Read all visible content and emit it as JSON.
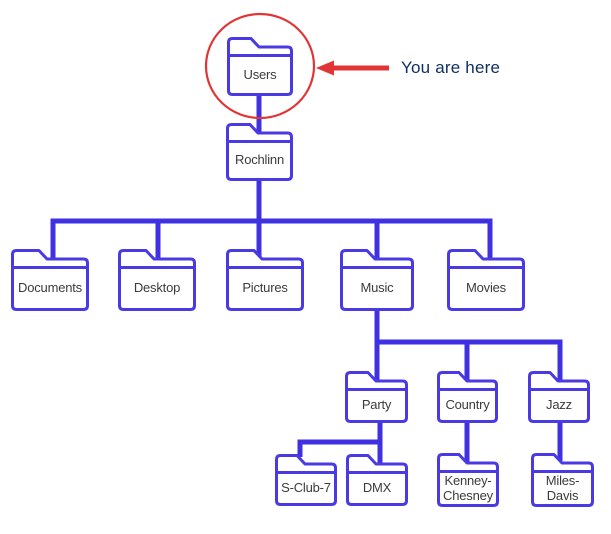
{
  "diagram": {
    "annotation": {
      "text": "You are here",
      "points_to": "Users"
    },
    "colors": {
      "connector": "#3f30e2",
      "folder_border": "#4a3ae4",
      "folder_fill": "#ffffff",
      "label_text": "#3b3b3b",
      "annotation_text": "#0d2f5f",
      "highlight_red": "#e23434"
    },
    "folders": [
      {
        "id": "users",
        "lines": [
          "Users"
        ],
        "parent": null,
        "highlighted": true
      },
      {
        "id": "rochlinn",
        "lines": [
          "Rochlinn"
        ],
        "parent": "users",
        "highlighted": false
      },
      {
        "id": "documents",
        "lines": [
          "Documents"
        ],
        "parent": "rochlinn",
        "highlighted": false
      },
      {
        "id": "desktop",
        "lines": [
          "Desktop"
        ],
        "parent": "rochlinn",
        "highlighted": false
      },
      {
        "id": "pictures",
        "lines": [
          "Pictures"
        ],
        "parent": "rochlinn",
        "highlighted": false
      },
      {
        "id": "music",
        "lines": [
          "Music"
        ],
        "parent": "rochlinn",
        "highlighted": false
      },
      {
        "id": "movies",
        "lines": [
          "Movies"
        ],
        "parent": "rochlinn",
        "highlighted": false
      },
      {
        "id": "party",
        "lines": [
          "Party"
        ],
        "parent": "music",
        "highlighted": false
      },
      {
        "id": "country",
        "lines": [
          "Country"
        ],
        "parent": "music",
        "highlighted": false
      },
      {
        "id": "jazz",
        "lines": [
          "Jazz"
        ],
        "parent": "music",
        "highlighted": false
      },
      {
        "id": "s-club-7",
        "lines": [
          "S-Club-7"
        ],
        "parent": "party",
        "highlighted": false
      },
      {
        "id": "dmx",
        "lines": [
          "DMX"
        ],
        "parent": "party",
        "highlighted": false
      },
      {
        "id": "kenney-chesney",
        "lines": [
          "Kenney-",
          "Chesney"
        ],
        "parent": "country",
        "highlighted": false
      },
      {
        "id": "miles-davis",
        "lines": [
          "Miles-",
          "Davis"
        ],
        "parent": "jazz",
        "highlighted": false
      }
    ]
  }
}
